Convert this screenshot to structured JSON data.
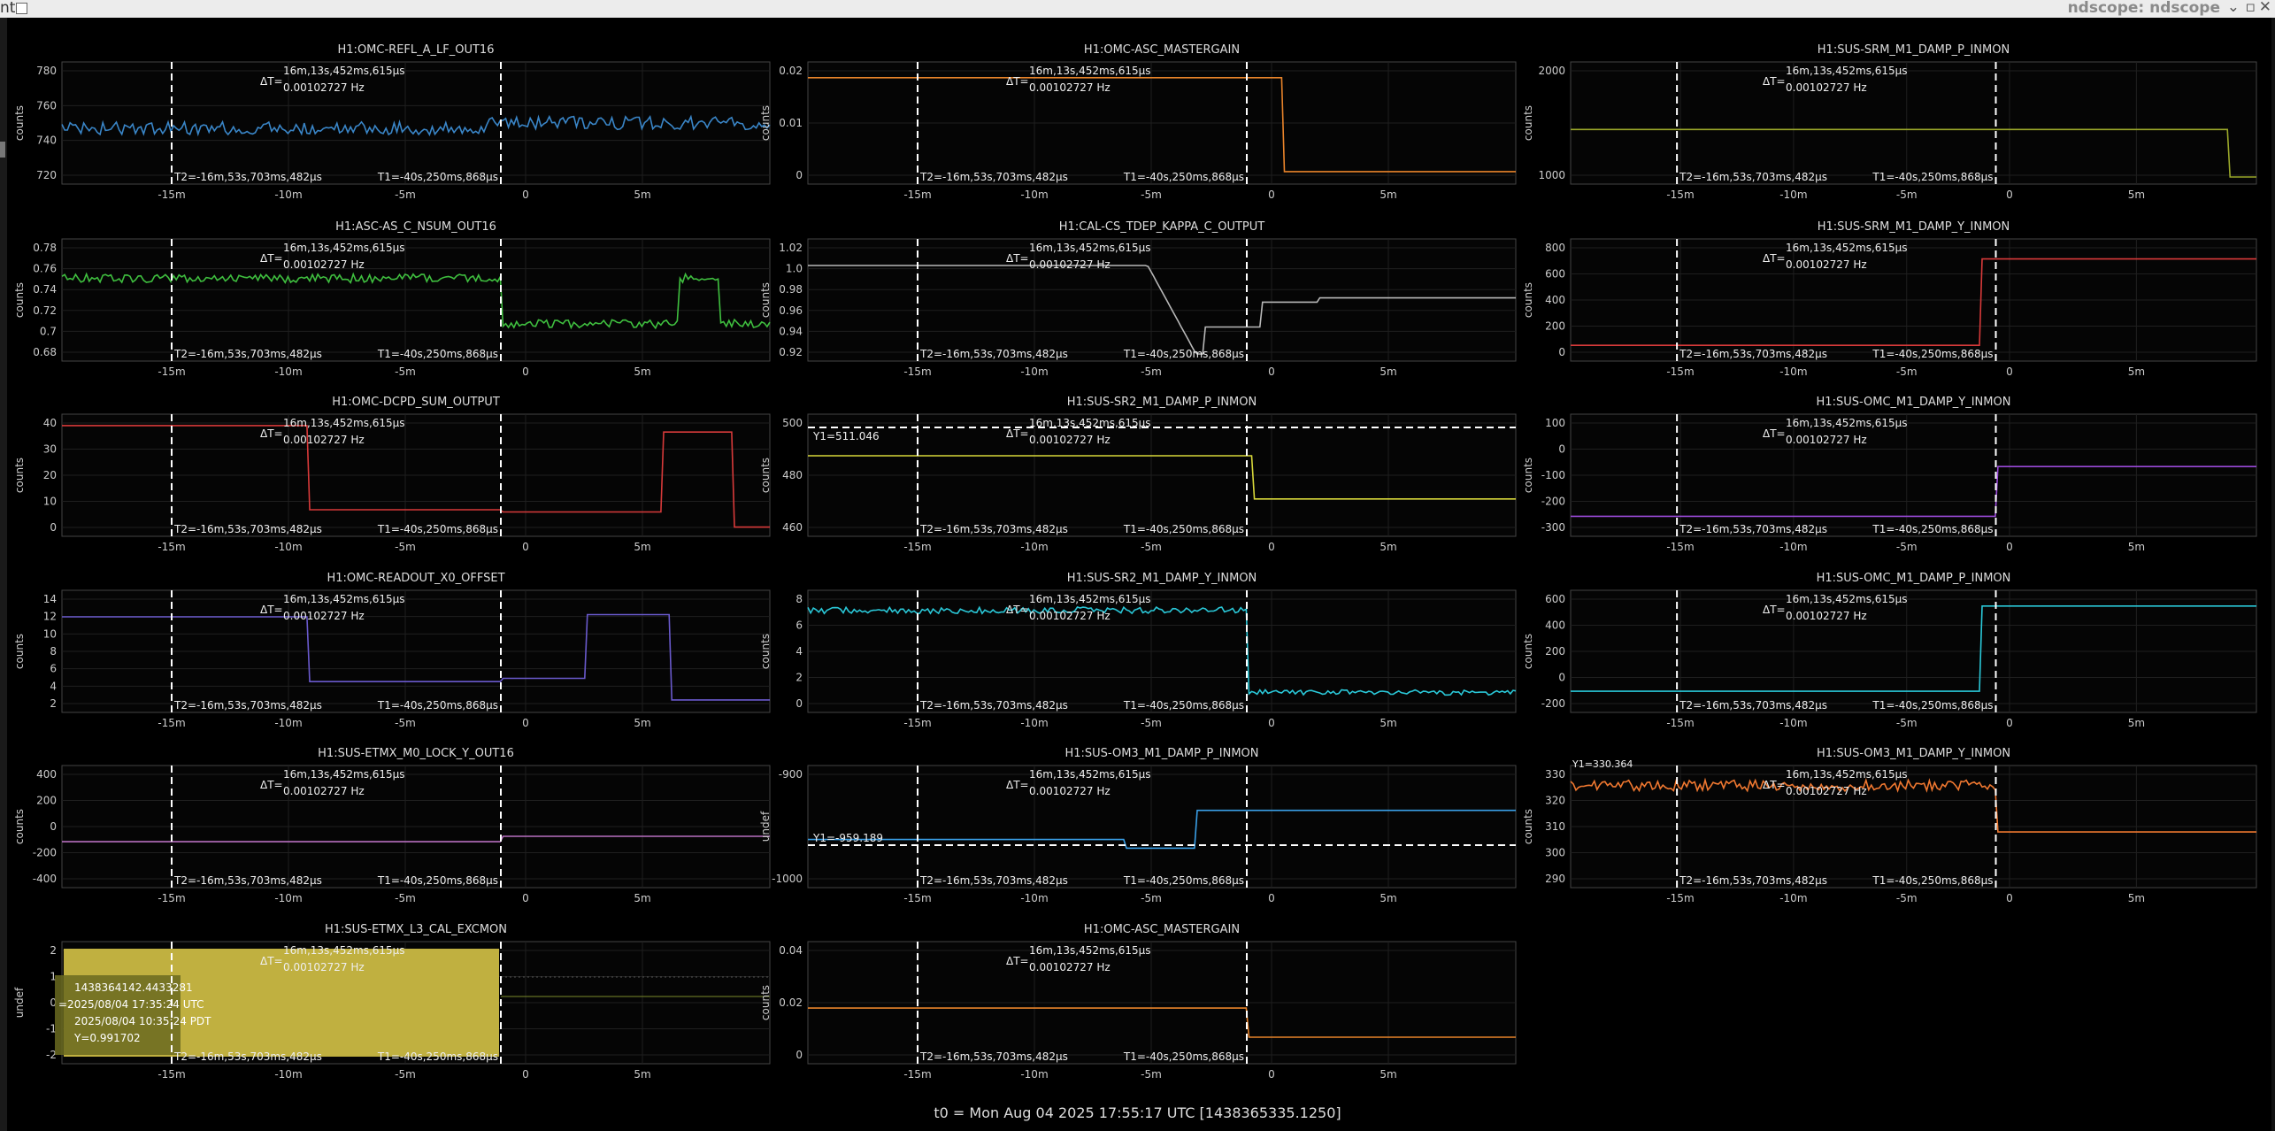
{
  "window": {
    "title": "ndscope: ndscope",
    "left_fragment": "nt"
  },
  "footer": {
    "t0": "t0 = Mon Aug 04 2025 17:55:17 UTC [1438365335.1250]"
  },
  "x_ticks": [
    "-15m",
    "-10m",
    "-5m",
    "0",
    "5m"
  ],
  "delta": {
    "label": "ΔT=",
    "time": "16m,13s,452ms,615μs",
    "freq": "0.00102727 Hz"
  },
  "cursors": {
    "t2": "T2=-16m,53s,703ms,482μs",
    "t1": "T1=-40s,250ms,868μs"
  },
  "colors": {
    "blue": "#3a86c8",
    "orange": "#e8832a",
    "olive": "#9aa82a",
    "green": "#3fbf3f",
    "grey": "#b8b8b8",
    "red": "#d83a3a",
    "yellow": "#d8d83a",
    "purple": "#9a4ad8",
    "indigo": "#6a5acd",
    "cyan": "#2ac8d8",
    "mauve": "#b870c0",
    "lightblue": "#3aa0e8",
    "orange2": "#f07830",
    "tan": "#c0b040"
  },
  "panels": [
    {
      "title": "H1:OMC-REFL_A_LF_OUT16",
      "ylabel": "counts",
      "yticks": [
        "780",
        "760",
        "740",
        "720"
      ],
      "color": "blue"
    },
    {
      "title": "H1:OMC-ASC_MASTERGAIN",
      "ylabel": "counts",
      "yticks": [
        "0.02",
        "0.01",
        "0"
      ],
      "color": "orange"
    },
    {
      "title": "H1:SUS-SRM_M1_DAMP_P_INMON",
      "ylabel": "counts",
      "yticks": [
        "2000",
        "1000"
      ],
      "color": "olive"
    },
    {
      "title": "H1:ASC-AS_C_NSUM_OUT16",
      "ylabel": "counts",
      "yticks": [
        "0.78",
        "0.76",
        "0.74",
        "0.72",
        "0.7",
        "0.68"
      ],
      "color": "green"
    },
    {
      "title": "H1:CAL-CS_TDEP_KAPPA_C_OUTPUT",
      "ylabel": "counts",
      "yticks": [
        "1.02",
        "1.0",
        "0.98",
        "0.96",
        "0.94",
        "0.92"
      ],
      "color": "grey"
    },
    {
      "title": "H1:SUS-SRM_M1_DAMP_Y_INMON",
      "ylabel": "counts",
      "yticks": [
        "800",
        "600",
        "400",
        "200",
        "0"
      ],
      "color": "red"
    },
    {
      "title": "H1:OMC-DCPD_SUM_OUTPUT",
      "ylabel": "counts",
      "yticks": [
        "40",
        "30",
        "20",
        "10",
        "0"
      ],
      "color": "red"
    },
    {
      "title": "H1:SUS-SR2_M1_DAMP_P_INMON",
      "ylabel": "counts",
      "yticks": [
        "500",
        "480",
        "460"
      ],
      "color": "yellow",
      "y1": "Y1=511.046"
    },
    {
      "title": "H1:SUS-OMC_M1_DAMP_Y_INMON",
      "ylabel": "counts",
      "yticks": [
        "100",
        "0",
        "-100",
        "-200",
        "-300"
      ],
      "color": "purple"
    },
    {
      "title": "H1:OMC-READOUT_X0_OFFSET",
      "ylabel": "counts",
      "yticks": [
        "14",
        "12",
        "10",
        "8",
        "6",
        "4",
        "2"
      ],
      "color": "indigo"
    },
    {
      "title": "H1:SUS-SR2_M1_DAMP_Y_INMON",
      "ylabel": "counts",
      "yticks": [
        "8",
        "6",
        "4",
        "2",
        "0"
      ],
      "color": "cyan"
    },
    {
      "title": "H1:SUS-OMC_M1_DAMP_P_INMON",
      "ylabel": "counts",
      "yticks": [
        "600",
        "400",
        "200",
        "0",
        "-200"
      ],
      "color": "cyan"
    },
    {
      "title": "H1:SUS-ETMX_M0_LOCK_Y_OUT16",
      "ylabel": "counts",
      "yticks": [
        "400",
        "200",
        "0",
        "-200",
        "-400"
      ],
      "color": "mauve"
    },
    {
      "title": "H1:SUS-OM3_M1_DAMP_P_INMON",
      "ylabel": "undef",
      "yticks": [
        "-900",
        "-1000"
      ],
      "color": "lightblue",
      "y1": "Y1=-959.189"
    },
    {
      "title": "H1:SUS-OM3_M1_DAMP_Y_INMON",
      "ylabel": "counts",
      "yticks": [
        "330",
        "320",
        "310",
        "300",
        "290"
      ],
      "color": "orange2",
      "ytop": "Y1=330.364"
    },
    {
      "title": "H1:SUS-ETMX_L3_CAL_EXCMON",
      "ylabel": "undef",
      "yticks": [
        "2",
        "1",
        "0",
        "-1",
        "-2"
      ],
      "color": "tan",
      "tooltip": [
        "1438364142.4433281",
        "=2025/08/04 17:35:24 UTC",
        "2025/08/04 10:35:24 PDT",
        "Y=0.991702"
      ]
    },
    {
      "title": "H1:OMC-ASC_MASTERGAIN",
      "ylabel": "counts",
      "yticks": [
        "0.04",
        "0.02",
        "0"
      ],
      "color": "orange"
    }
  ]
}
